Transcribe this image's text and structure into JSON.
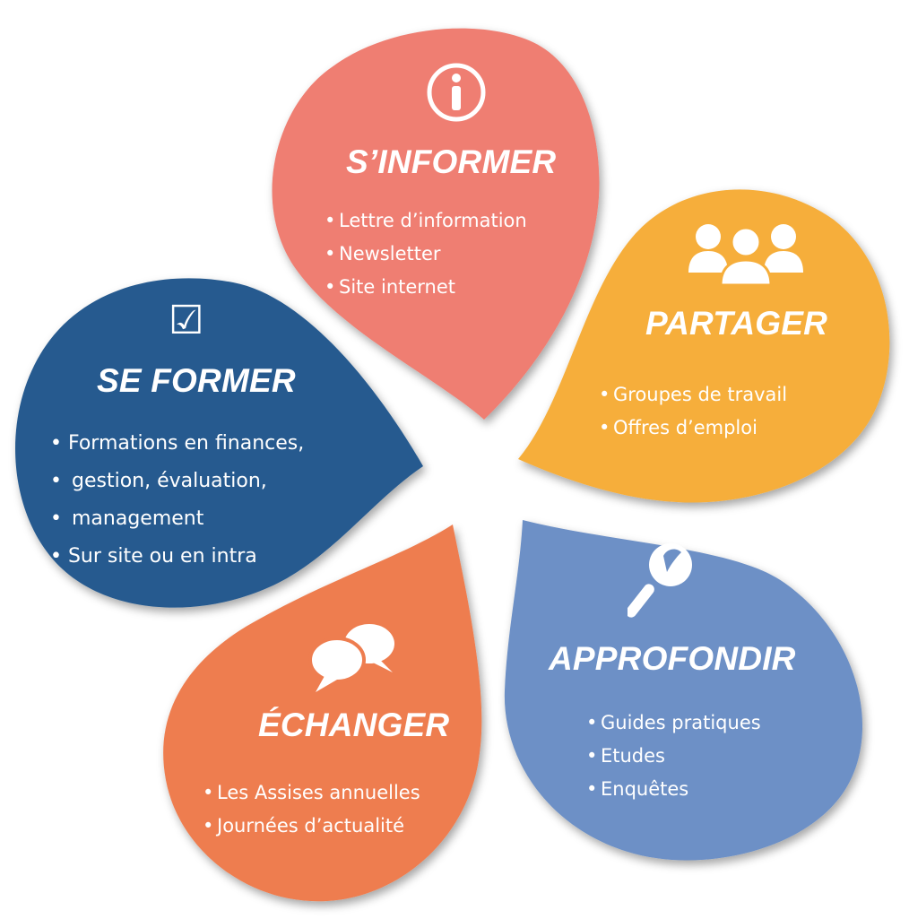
{
  "colors": {
    "informer": "#ef7e72",
    "partager": "#f6ae3b",
    "approfondir": "#6d90c6",
    "echanger": "#ee7d4f",
    "former": "#265a8f"
  },
  "petals": {
    "informer": {
      "icon": "info-circle-icon",
      "title": "S’INFORMER",
      "items": [
        "Lettre d’information",
        "Newsletter",
        "Site internet"
      ]
    },
    "partager": {
      "icon": "people-group-icon",
      "title": "PARTAGER",
      "items": [
        "Groupes de travail",
        "Offres d’emploi"
      ]
    },
    "approfondir": {
      "icon": "magnifier-icon",
      "title": "APPROFONDIR",
      "items": [
        "Guides pratiques",
        "Etudes",
        "Enquêtes"
      ]
    },
    "echanger": {
      "icon": "chat-bubbles-icon",
      "title": "ÉCHANGER",
      "items": [
        "Les Assises annuelles",
        "Journées d’actualité"
      ]
    },
    "former": {
      "icon": "checkbox-icon",
      "icon_glyph": "☑",
      "title": "SE FORMER",
      "lines": [
        "• Formations en finances,",
        "gestion, évaluation,",
        "management",
        "• Sur site ou en intra"
      ]
    }
  }
}
